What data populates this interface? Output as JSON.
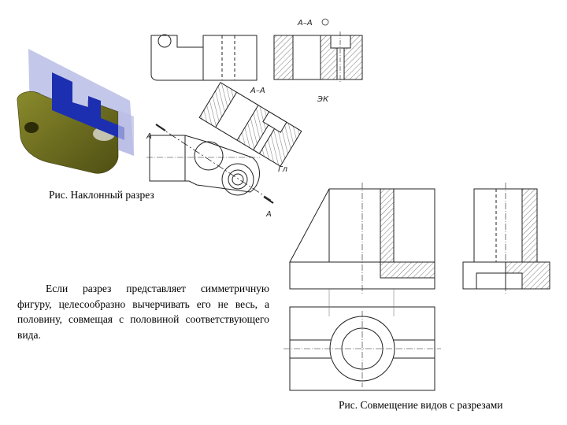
{
  "captions": {
    "oblique_section": "Рис. Наклонный разрез",
    "combined_views": "Рис. Совмещение видов с разрезами"
  },
  "paragraph": "Если разрез представляет симметричную фигуру, целесообразно вычерчивать его не весь, а половину, совмещая с половиной соответствующего вида.",
  "drawing_labels": {
    "section_rotated": "А–А",
    "section_oblique": "А–А",
    "ek": "ЭК",
    "gl": "Гл",
    "cut_a_top": "А",
    "cut_a_bottom": "А"
  },
  "colors": {
    "part_olive": "#6b6b1f",
    "section_blue": "#1c2fb0",
    "plane_lavender": "#b9bde6"
  }
}
